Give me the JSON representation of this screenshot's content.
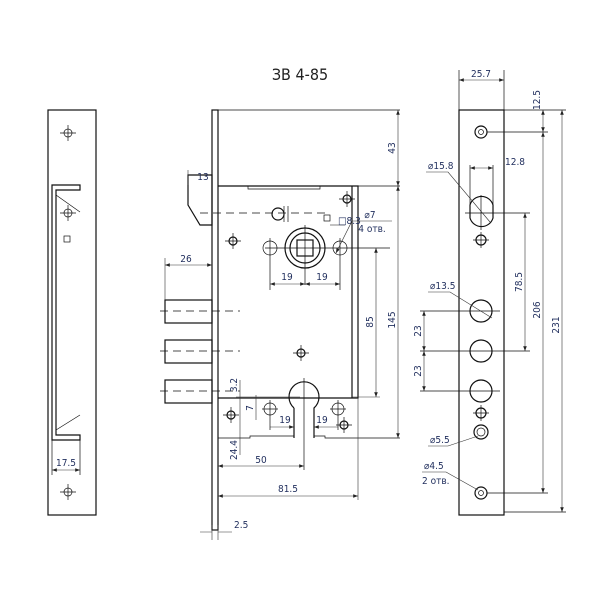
{
  "title": "ЗВ 4-85",
  "dimensions": {
    "strike_width": "25.7",
    "strike_top": "12.5",
    "top_offset": "43",
    "latch": "13",
    "slot_dia": "⌀15.8",
    "slot_width": "12.8",
    "spindle_square": "□8.3",
    "hole_dia": "⌀7",
    "hole_count": "4 отв.",
    "bolt_throw": "26",
    "spindle_left": "19",
    "spindle_right": "19",
    "backset_vertical": "85",
    "body_height": "145",
    "bolt_hole_dia": "⌀13.5",
    "slot_to_bolt": "78.5",
    "screw_span": "206",
    "strike_length": "231",
    "bolt_pitch_1": "23",
    "bolt_pitch_2": "23",
    "cyl_offset": "3.2",
    "cyl_hole_offset": "7",
    "cyl_left": "19",
    "cyl_right": "19",
    "screw_dia": "⌀5.5",
    "cyl_bottom": "24.4",
    "backset": "50",
    "body_depth": "81.5",
    "mount_dia": "⌀4.5",
    "mount_count": "2 отв.",
    "faceplate_inner": "17.5",
    "faceplate_thickness": "2.5"
  }
}
